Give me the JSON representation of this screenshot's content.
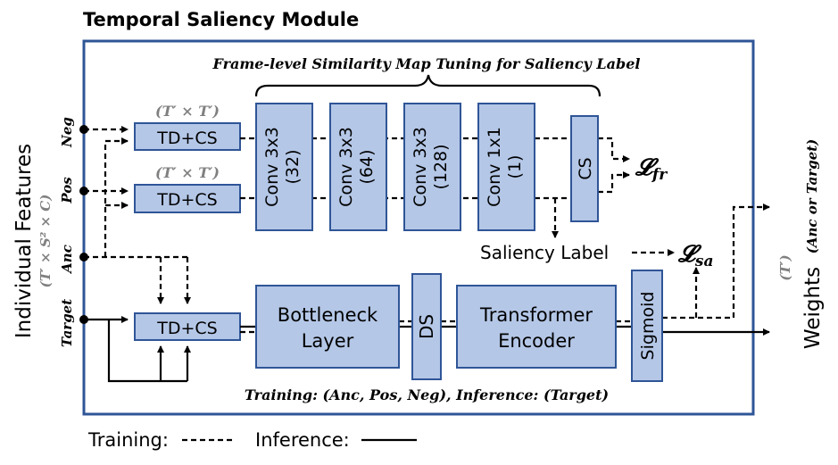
{
  "module_title": "Temporal Saliency Module",
  "tuning_caption": "Frame-level Similarity Map Tuning for Saliency Label",
  "training_caption": "Training: (Anc, Pos, Neg), Inference: (Target)",
  "left_axis": {
    "title": "Individual Features",
    "shape": "(T′ × S² × C)"
  },
  "right_axis": {
    "title": "Weights",
    "subtitle": "(Anc or Target)",
    "shape": "(T′)"
  },
  "inputs": {
    "neg": "Neg",
    "pos": "Pos",
    "anc": "Anc",
    "target": "Target"
  },
  "blocks": {
    "td_cs": "TD+CS",
    "td_cs_shape": "(T′ × T′)",
    "conv1": "Conv 3x3",
    "conv1_ch": "(32)",
    "conv2": "Conv 3x3",
    "conv2_ch": "(64)",
    "conv3": "Conv 3x3",
    "conv3_ch": "(128)",
    "conv4": "Conv 1x1",
    "conv4_ch": "(1)",
    "cs": "CS",
    "bottleneck_line1": "Bottleneck",
    "bottleneck_line2": "Layer",
    "ds": "DS",
    "transformer_line1": "Transformer",
    "transformer_line2": "Encoder",
    "sigmoid": "Sigmoid"
  },
  "losses": {
    "fr": "𝓛",
    "fr_sub": "fr",
    "sa": "𝓛",
    "sa_sub": "sa",
    "saliency_label": "Saliency Label"
  },
  "legend": {
    "training": "Training:",
    "inference": "Inference:"
  }
}
